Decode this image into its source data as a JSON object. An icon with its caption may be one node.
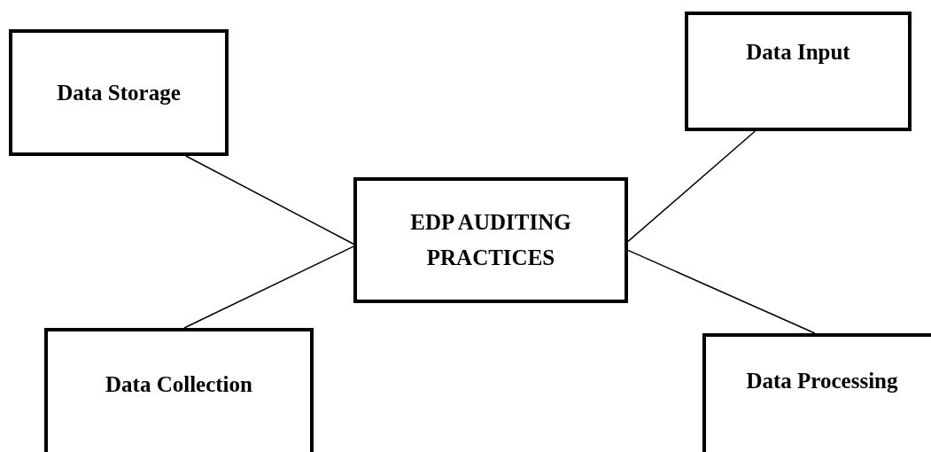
{
  "diagram": {
    "nodes": [
      {
        "text": [
          "Data Storage"
        ]
      },
      {
        "text": [
          "Data Input"
        ]
      },
      {
        "text": [
          "EDP AUDITING PRACTICES"
        ]
      },
      {
        "text": [
          "Data Collection"
        ]
      },
      {
        "text": [
          "Data Processing"
        ]
      }
    ],
    "edges": [
      {
        "from": 0,
        "to": 2,
        "arrow": "none"
      },
      {
        "from": 1,
        "to": 2,
        "arrow": "none"
      },
      {
        "from": 3,
        "to": 2,
        "arrow": "none"
      },
      {
        "from": 4,
        "to": 2,
        "arrow": "none"
      }
    ]
  }
}
